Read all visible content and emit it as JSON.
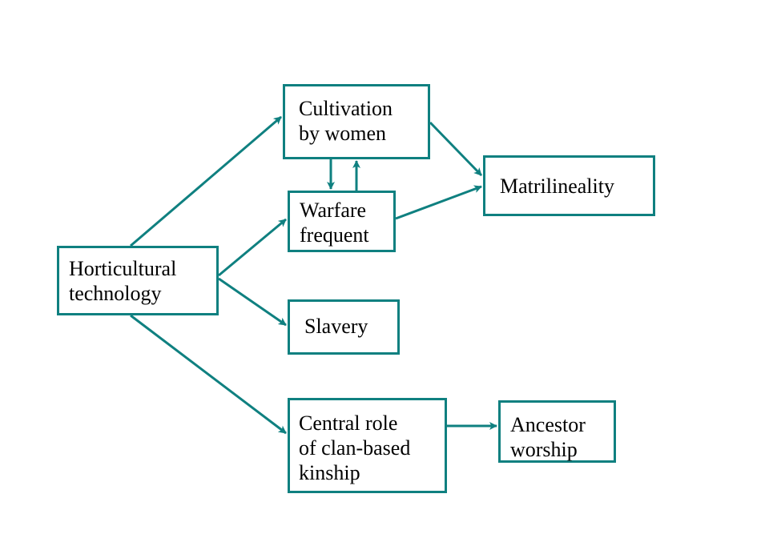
{
  "colors": {
    "accent": "#0f8080",
    "background": "#ffffff",
    "text": "#000000"
  },
  "nodes": {
    "horticultural": {
      "lines": [
        "Horticultural",
        "technology"
      ]
    },
    "cultivation": {
      "lines": [
        "Cultivation",
        "by women"
      ]
    },
    "warfare": {
      "lines": [
        "Warfare",
        "frequent"
      ]
    },
    "slavery": {
      "lines": [
        "Slavery"
      ]
    },
    "central": {
      "lines": [
        "Central role",
        "of clan-based",
        "kinship"
      ]
    },
    "matrilineality": {
      "lines": [
        "Matrilineality"
      ]
    },
    "ancestor": {
      "lines": [
        "Ancestor",
        "worship"
      ]
    }
  },
  "edges": [
    {
      "from": "horticultural",
      "to": "cultivation"
    },
    {
      "from": "horticultural",
      "to": "warfare"
    },
    {
      "from": "horticultural",
      "to": "slavery"
    },
    {
      "from": "horticultural",
      "to": "central"
    },
    {
      "from": "cultivation",
      "to": "warfare"
    },
    {
      "from": "warfare",
      "to": "cultivation"
    },
    {
      "from": "cultivation",
      "to": "matrilineality"
    },
    {
      "from": "warfare",
      "to": "matrilineality"
    },
    {
      "from": "central",
      "to": "ancestor"
    }
  ]
}
